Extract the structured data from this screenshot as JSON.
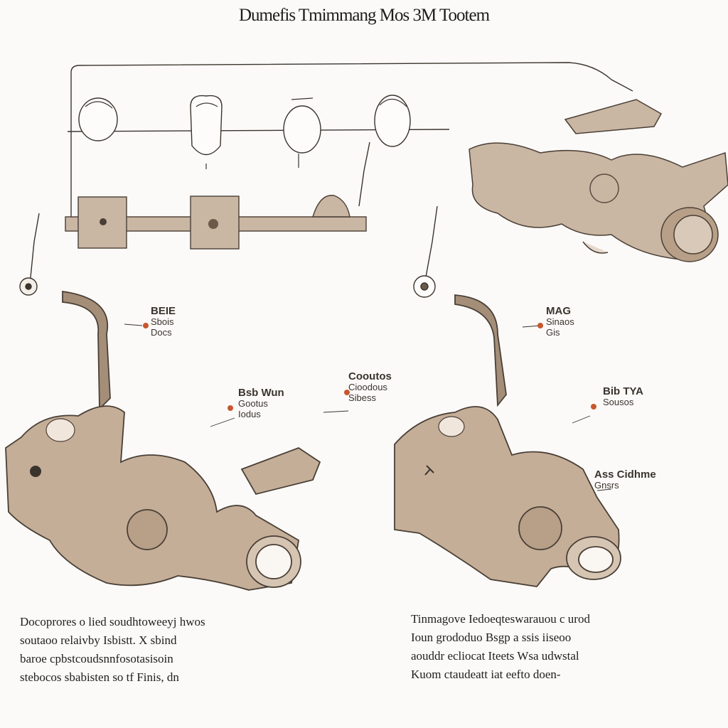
{
  "title": "Dumefis Tmimmang Mos 3M Tootem",
  "palette": {
    "body": "#c9b6a3",
    "stroke": "#4a3f36",
    "ring": "#6b5a49",
    "accent": "#c8572f",
    "line": "#3b342d"
  },
  "icons": [
    "gear-icon",
    "bolt-icon"
  ],
  "callouts": {
    "upper_left": {
      "head": "BEIE",
      "line1": "Sbois",
      "line2": "Docs"
    },
    "mid_left": {
      "head": "Bsb Wun",
      "line1": "Gootus",
      "line2": "Iodus"
    },
    "center": {
      "head": "Cooutos",
      "line1": "Cioodous",
      "line2": "Sibess"
    },
    "upper_right": {
      "head": "MAG",
      "line1": "Sinaos",
      "line2": "Gis"
    },
    "mid_right": {
      "head": "Bib TYA",
      "line1": "Sousos"
    },
    "lower_right": {
      "head": "Ass Cidhme",
      "line1": "Gnsrs"
    }
  },
  "captions": {
    "left": [
      "Docoprores o lied soudhtoweeyj hwos",
      "soutaoo relaivby Isbistt. X sbind",
      "baroe cpbstcoudsnnfosotasisoin",
      "stebocos sbabisten so tf Finis, dn"
    ],
    "right": [
      "Tinmagove Iedoeqteswarauou c urod",
      "Ioun grododuo Bsgp a ssis iiseoo",
      "aouddr ecliocat Iteets Wsa udwstal",
      "Kuom ctaudeatt iat eefto doen-"
    ]
  }
}
